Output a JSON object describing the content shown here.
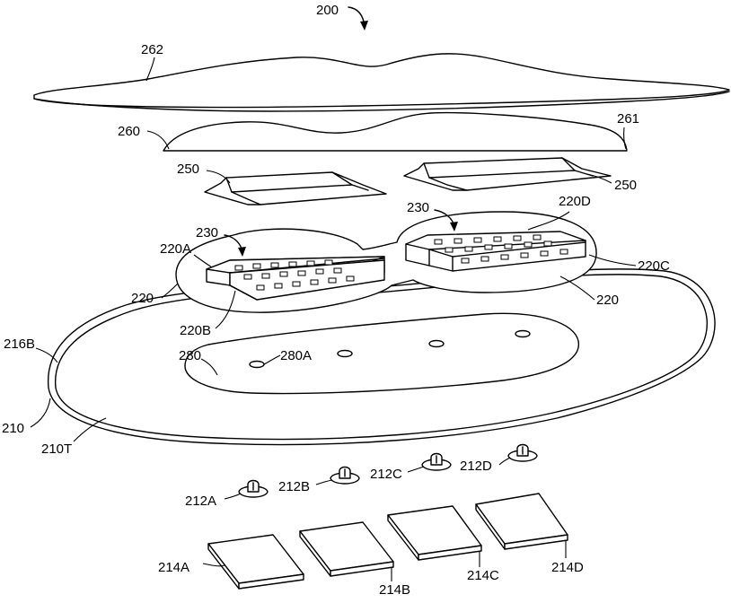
{
  "figure": {
    "ref_main": "200",
    "labels": {
      "cover": "262",
      "foam": "260",
      "foam_edge": "261",
      "tray_left": "250",
      "tray_right": "250",
      "array_left": "230",
      "array_right": "230",
      "pad_A": "220A",
      "pad_B": "220B",
      "pad_C": "220C",
      "pad_D": "220D",
      "pad_left": "220",
      "pad_right": "220",
      "base": "210",
      "base_top": "210T",
      "base_rim": "216B",
      "window": "280",
      "window_hole": "280A",
      "stud_A": "212A",
      "stud_B": "212B",
      "stud_C": "212C",
      "stud_D": "212D",
      "plate_A": "214A",
      "plate_B": "214B",
      "plate_C": "214C",
      "plate_D": "214D"
    }
  }
}
